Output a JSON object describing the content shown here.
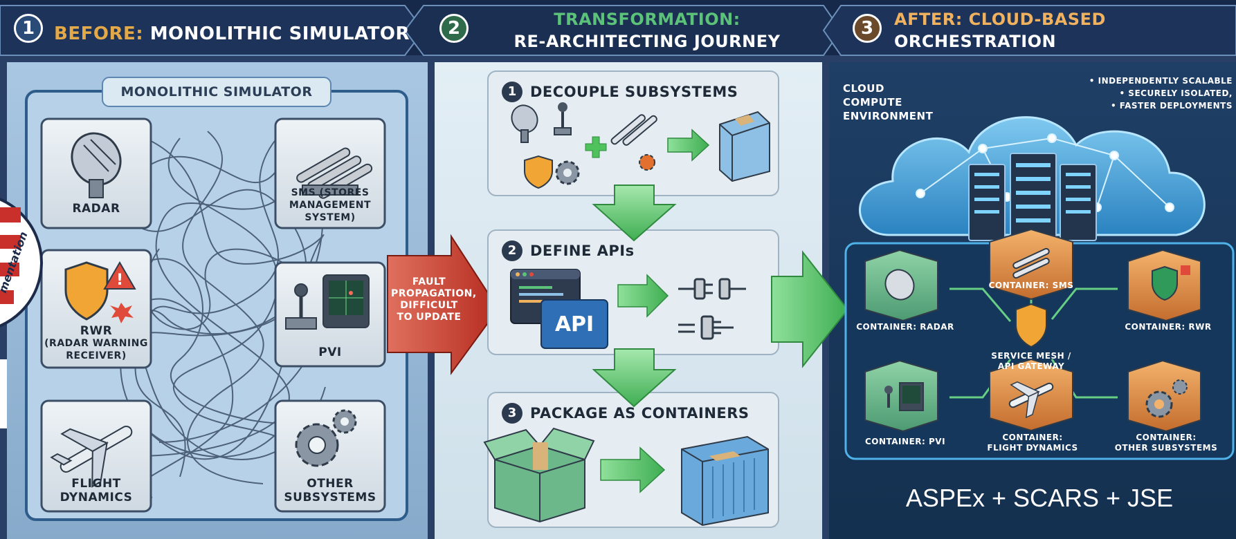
{
  "header": {
    "step1": {
      "num": "1",
      "prefix": "BEFORE:",
      "rest": "MONOLITHIC SIMULATOR"
    },
    "step2": {
      "num": "2",
      "line1": "TRANSFORMATION:",
      "line2": "RE-ARCHITECTING JOURNEY"
    },
    "step3": {
      "num": "3",
      "line1": "AFTER: CLOUD-BASED",
      "line2": "ORCHESTRATION"
    }
  },
  "before": {
    "title": "MONOLITHIC SIMULATOR",
    "radar": "RADAR",
    "sms_lines": [
      "SMS (STORES",
      "MANAGEMENT",
      "SYSTEM)"
    ],
    "rwr_lines": [
      "RWR",
      "(RADAR WARNING",
      "RECEIVER)"
    ],
    "pvi": "PVI",
    "flight_lines": [
      "FLIGHT",
      "DYNAMICS"
    ],
    "other_lines": [
      "OTHER",
      "SUBSYSTEMS"
    ],
    "fault_lines": [
      "FAULT",
      "PROPAGATION,",
      "DIFFICULT",
      "TO UPDATE"
    ]
  },
  "transformation": {
    "step1": {
      "num": "1",
      "label": "DECOUPLE SUBSYSTEMS"
    },
    "step2": {
      "num": "2",
      "label": "DEFINE APIs",
      "api": "API"
    },
    "step3": {
      "num": "3",
      "label": "PACKAGE AS CONTAINERS"
    }
  },
  "after": {
    "cloud_lines": [
      "CLOUD",
      "COMPUTE",
      "ENVIRONMENT"
    ],
    "benefits": [
      "• INDEPENDENTLY SCALABLE",
      "• SECURELY ISOLATED,",
      "• FASTER DEPLOYMENTS"
    ],
    "containers": {
      "sms": "CONTAINER: SMS",
      "radar": "CONTAINER: RADAR",
      "rwr": "CONTAINER: RWR",
      "pvi": "CONTAINER: PVI",
      "flight_lines": [
        "CONTAINER:",
        "FLIGHT DYNAMICS"
      ],
      "other_lines": [
        "CONTAINER:",
        "OTHER SUBSYSTEMS"
      ]
    },
    "mesh_lines": [
      "SERVICE MESH /",
      "API GATEWAY"
    ],
    "footer": "ASPEx + SCARS + JSE"
  },
  "side_logo_text": "mentation",
  "colors": {
    "header_bg": "#17294a",
    "before_accent": "#e3a847",
    "transform_accent": "#5cc27a",
    "after_accent": "#f0b25e",
    "green_arrow": "#4fc25b",
    "fault_arrow": "#d3432f",
    "api_blue": "#2f6fb5"
  }
}
